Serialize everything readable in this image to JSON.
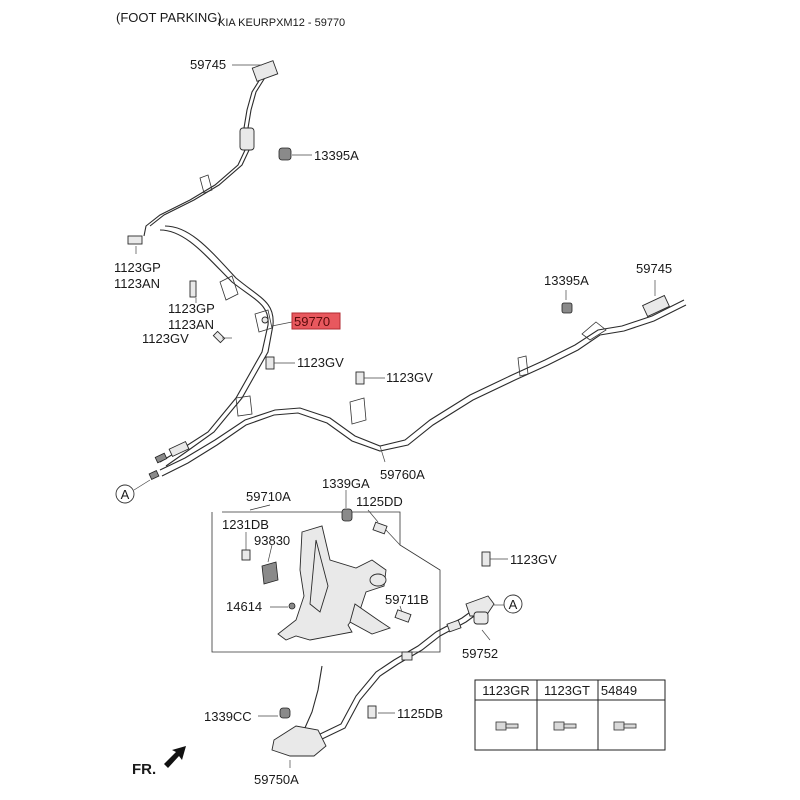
{
  "header": {
    "subtitle": "(FOOT PARKING)",
    "title": "KIA KEURPXM12 - 59770"
  },
  "highlight_color": "#e8585e",
  "labels": {
    "p59745_top": "59745",
    "p13395A_top": "13395A",
    "p1123GP_a": "1123GP",
    "p1123AN_a": "1123AN",
    "p1123GP_b": "1123GP",
    "p1123AN_b": "1123AN",
    "p1123GV_a": "1123GV",
    "p59770": "59770",
    "p1123GV_b": "1123GV",
    "p1123GV_c": "1123GV",
    "p13395A_right": "13395A",
    "p59745_right": "59745",
    "p59760A": "59760A",
    "callout_a_left": "A",
    "p59710A": "59710A",
    "p1339GA": "1339GA",
    "p1125DD": "1125DD",
    "p1231DB": "1231DB",
    "p93830": "93830",
    "p14614": "14614",
    "p59711B": "59711B",
    "p1123GV_d": "1123GV",
    "callout_a_right": "A",
    "p59752": "59752",
    "p1339CC": "1339CC",
    "p1125DB": "1125DB",
    "p59750A": "59750A",
    "fr": "FR."
  },
  "fastener_table": {
    "headers": [
      "1123GR",
      "1123GT",
      "54849"
    ]
  }
}
